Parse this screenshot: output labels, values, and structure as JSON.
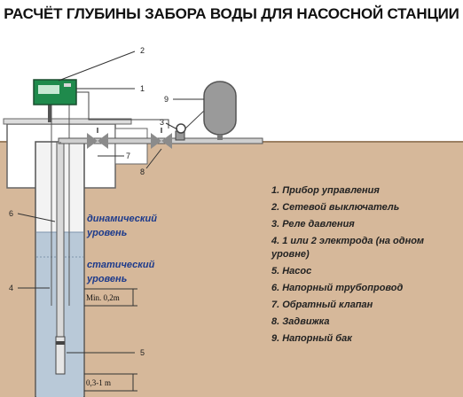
{
  "title": "РАСЧЁТ ГЛУБИНЫ ЗАБОРА ВОДЫ ДЛЯ НАСОСНОЙ СТАНЦИИ",
  "colors": {
    "ground": "#d6b89a",
    "water": "#b9c9d8",
    "pipe": "#4d4d4d",
    "control_box": "#1f8a4c",
    "tank": "#9a9a9a",
    "level_text": "#1c3a8c"
  },
  "callouts": {
    "n1": "1",
    "n2": "2",
    "n3": "3",
    "n4": "4",
    "n5": "5",
    "n6": "6",
    "n7": "7",
    "n8": "8",
    "n9": "9"
  },
  "levels": {
    "dynamic_line1": "динамический",
    "dynamic_line2": "уровень",
    "static_line1": "статический",
    "static_line2": "уровень"
  },
  "dimensions": {
    "min": "Min. 0,2m",
    "bottom": "0,3-1 m"
  },
  "legend": [
    "1. Прибор управления",
    "2. Сетевой выключатель",
    "3. Реле давления",
    "4. 1 или 2 электрода (на одном",
    "уровне)",
    "5. Насос",
    "6. Напорный трубопровод",
    "7. Обратный клапан",
    "8. Задвижка",
    "9. Напорный бак"
  ]
}
